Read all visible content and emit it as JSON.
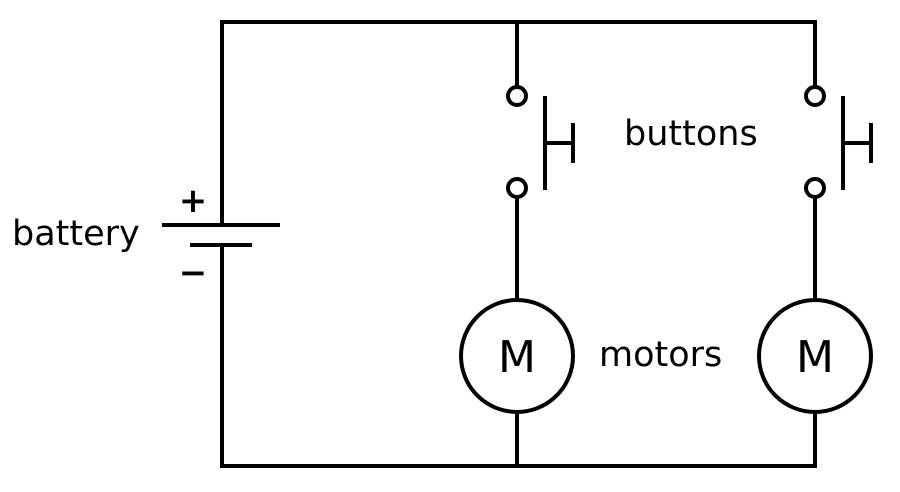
{
  "labels": {
    "battery": "battery",
    "buttons": "buttons",
    "motors": "motors"
  },
  "battery": {
    "positive": "+",
    "negative": "−"
  },
  "motors": [
    {
      "symbol": "M"
    },
    {
      "symbol": "M"
    }
  ],
  "colors": {
    "line": "#000000",
    "background": "#ffffff"
  }
}
